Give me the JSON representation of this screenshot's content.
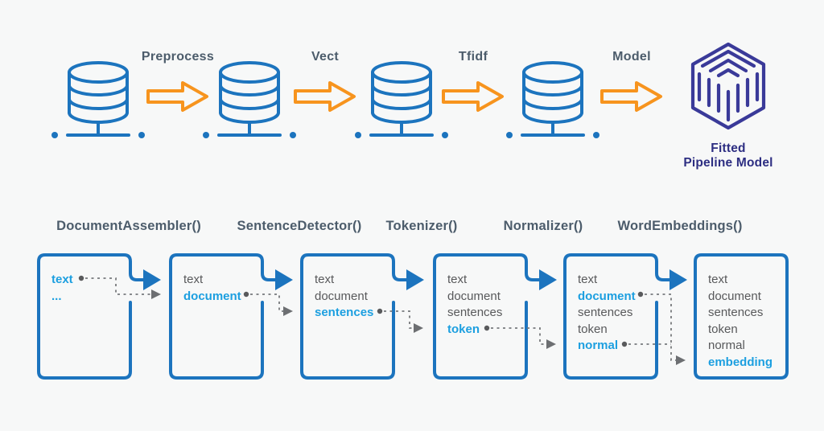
{
  "colors": {
    "background": "#F7F8F8",
    "blue": "#1C74BE",
    "cyan": "#1C9FE0",
    "orange": "#F7941E",
    "label_slate": "#4C5C6B",
    "item_gray": "#58595B",
    "logo_purple": "#3A3A99",
    "caption_navy": "#2D2E82",
    "connector_gray": "#77797C"
  },
  "icons": {
    "database": "database-cylinder-icon",
    "flow_arrow": "block-arrow-right-icon",
    "logo": "maze-cube-logo",
    "box_arrow": "solid-arrow-right-icon"
  },
  "top_row": {
    "arrow_labels": [
      "Preprocess",
      "Vect",
      "Tfidf",
      "Model"
    ],
    "logo_caption_line1": "Fitted",
    "logo_caption_line2": "Pipeline Model"
  },
  "pipeline": {
    "stage_labels": [
      "DocumentAssembler()",
      "SentenceDetector()",
      "Tokenizer()",
      "Normalizer()",
      "WordEmbeddings()"
    ],
    "boxes": [
      {
        "items": [
          {
            "text": "text",
            "hl": true
          },
          {
            "text": "...",
            "hl": true
          }
        ]
      },
      {
        "items": [
          {
            "text": "text"
          },
          {
            "text": "document",
            "hl": true
          }
        ]
      },
      {
        "items": [
          {
            "text": "text"
          },
          {
            "text": "document"
          },
          {
            "text": "sentences",
            "hl": true
          }
        ]
      },
      {
        "items": [
          {
            "text": "text"
          },
          {
            "text": "document"
          },
          {
            "text": "sentences"
          },
          {
            "text": "token",
            "hl": true
          }
        ]
      },
      {
        "items": [
          {
            "text": "text"
          },
          {
            "text": "document",
            "hl": true
          },
          {
            "text": "sentences"
          },
          {
            "text": "token"
          },
          {
            "text": "normal",
            "hl": true
          }
        ]
      },
      {
        "items": [
          {
            "text": "text"
          },
          {
            "text": "document"
          },
          {
            "text": "sentences"
          },
          {
            "text": "token"
          },
          {
            "text": "normal"
          },
          {
            "text": "embedding",
            "hl": true
          }
        ]
      }
    ]
  }
}
